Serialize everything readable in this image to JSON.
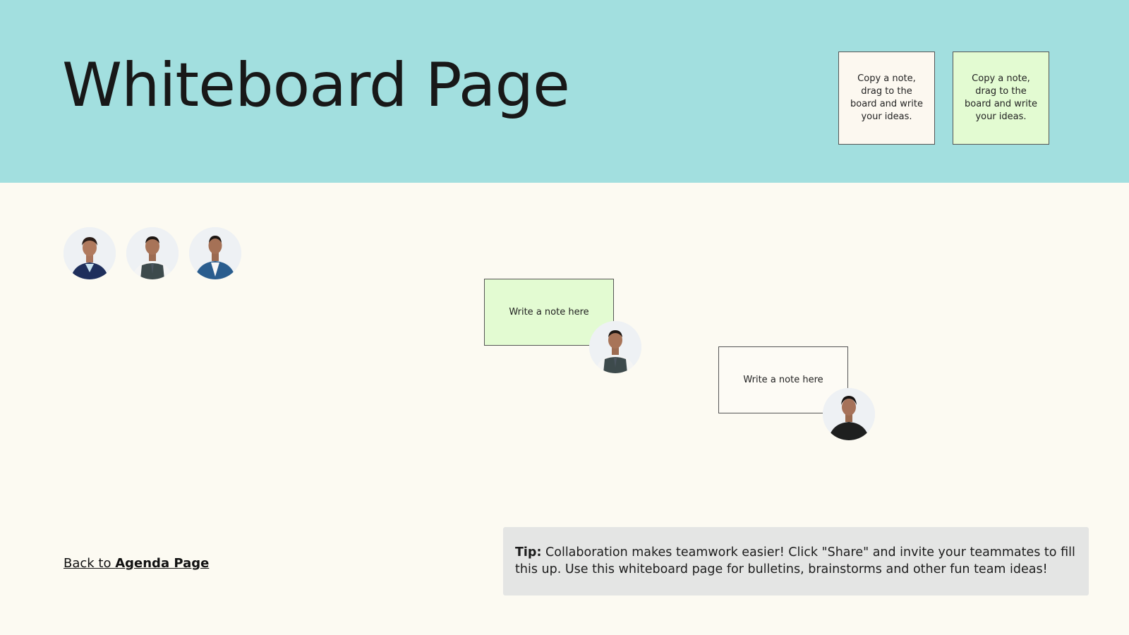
{
  "header": {
    "title": "Whiteboard Page",
    "background": "#a2dfdf",
    "template_notes": [
      {
        "text": "Copy a note, drag to the board and write your ideas.",
        "color": "#fcf8f0"
      },
      {
        "text": "Copy a note, drag to the board and write your ideas.",
        "color": "#e3fbd2"
      }
    ]
  },
  "team": {
    "avatars": [
      {
        "icon": "person-avatar-icon"
      },
      {
        "icon": "person-avatar-icon"
      },
      {
        "icon": "person-avatar-icon"
      }
    ]
  },
  "board": {
    "notes": [
      {
        "text": "Write a note here",
        "color": "#e3fbd2"
      },
      {
        "text": "Write a note here",
        "color": "#fdfbf5"
      }
    ]
  },
  "footer": {
    "back_link_prefix": "Back to ",
    "back_link_target": "Agenda Page",
    "tip_label": "Tip:",
    "tip_text": " Collaboration makes teamwork easier! Click \"Share\" and invite your teammates to fill this up. Use this whiteboard page for bulletins, brainstorms and other fun team ideas!"
  }
}
